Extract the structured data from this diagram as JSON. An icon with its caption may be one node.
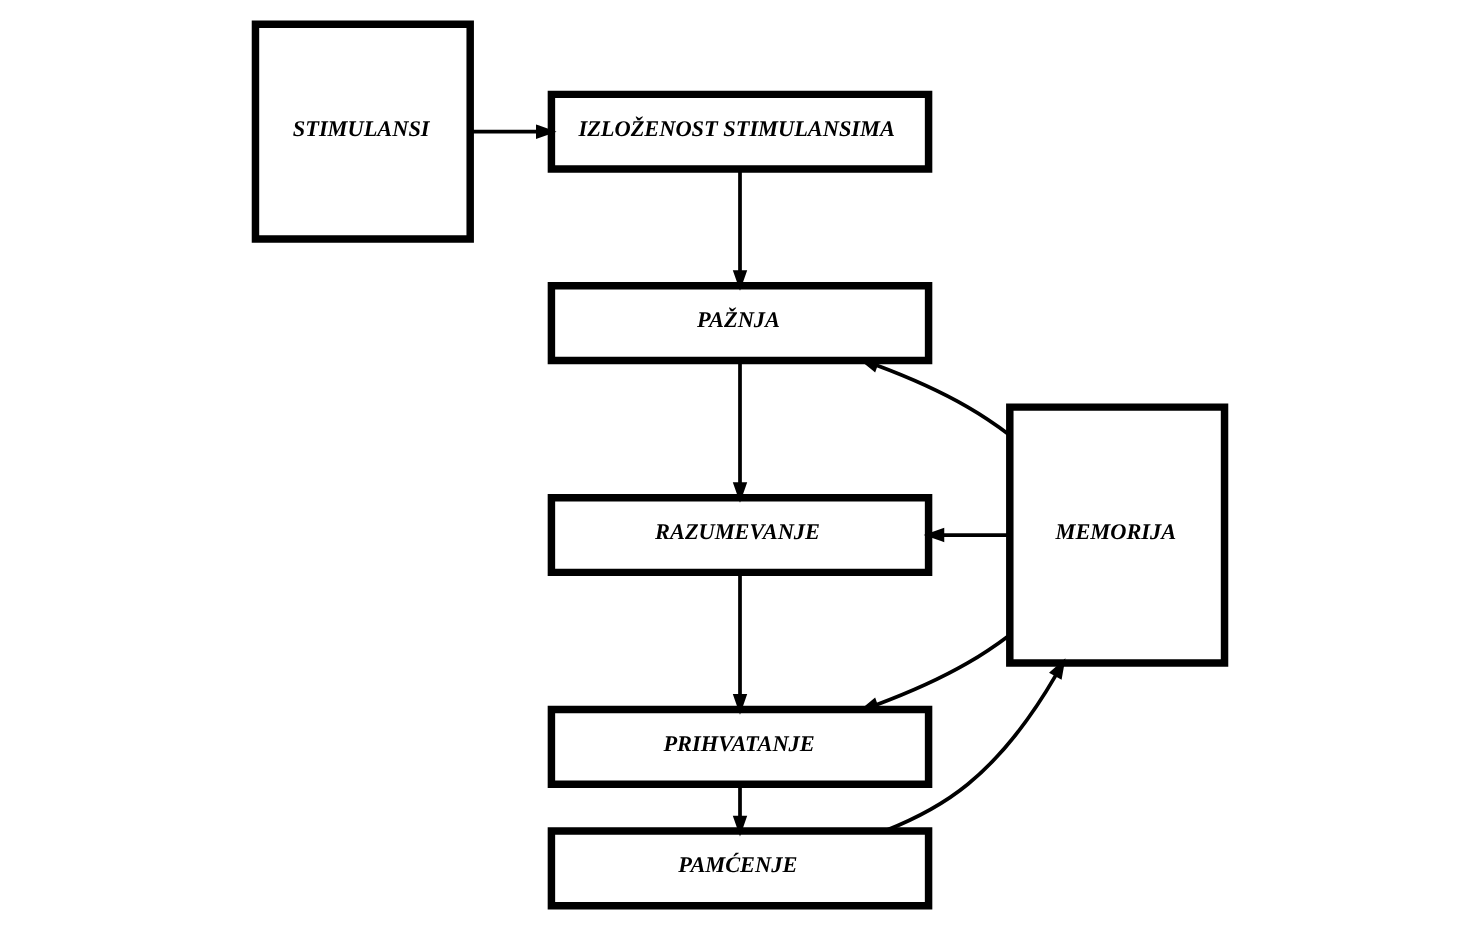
{
  "diagram": {
    "nodes": [
      {
        "text": [
          "STIMULANSI"
        ]
      },
      {
        "text": [
          "IZLOŽENOST STIMULANSIMA"
        ]
      },
      {
        "text": [
          "PAŽNJA"
        ]
      },
      {
        "text": [
          "RAZUMEVANJE"
        ]
      },
      {
        "text": [
          "PRIHVATANJE"
        ]
      },
      {
        "text": [
          "PAMĆENJE"
        ]
      },
      {
        "text": [
          "MEMORIJA"
        ]
      }
    ],
    "edges": [
      {
        "from": 0,
        "to": 1,
        "arrow": "to"
      },
      {
        "from": 1,
        "to": 2,
        "arrow": "to"
      },
      {
        "from": 2,
        "to": 3,
        "arrow": "to"
      },
      {
        "from": 3,
        "to": 4,
        "arrow": "to"
      },
      {
        "from": 4,
        "to": 5,
        "arrow": "to"
      },
      {
        "from": 6,
        "to": 2,
        "arrow": "to"
      },
      {
        "from": 6,
        "to": 3,
        "arrow": "to"
      },
      {
        "from": 6,
        "to": 4,
        "arrow": "to"
      },
      {
        "from": 5,
        "to": 6,
        "arrow": "to"
      }
    ]
  }
}
